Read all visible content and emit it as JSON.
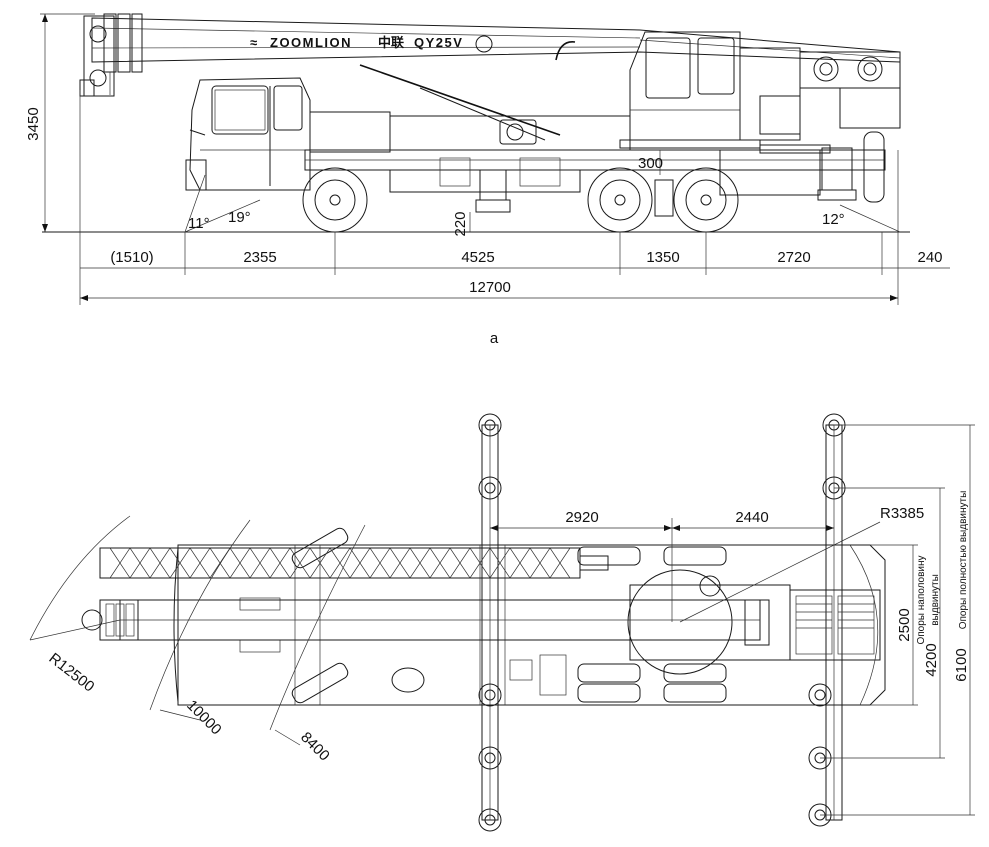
{
  "figure": {
    "side_label": "a",
    "brand": "ZOOMLION",
    "model": "QY25V",
    "logo_chars": "中联"
  },
  "side_view": {
    "height": "3450",
    "angle_front_1": "11°",
    "angle_front_2": "19°",
    "angle_rear": "12°",
    "ground_clearance": "220",
    "axle_offset": "300",
    "dims": [
      "(1510)",
      "2355",
      "4525",
      "1350",
      "2720",
      "240"
    ],
    "total_length": "12700"
  },
  "top_view": {
    "dim_2920": "2920",
    "dim_2440": "2440",
    "radius_tail": "R3385",
    "radius_12500": "R12500",
    "radius_10000": "10000",
    "radius_8400": "8400",
    "width_2500": "2500",
    "width_4200": "4200",
    "width_6100": "6100",
    "note_half": "Опоры наполовину",
    "note_half_2": "выдвинуты",
    "note_full": "Опоры полностью выдвинуты"
  },
  "colors": {
    "line": "#1a1a1a",
    "background": "#ffffff"
  }
}
